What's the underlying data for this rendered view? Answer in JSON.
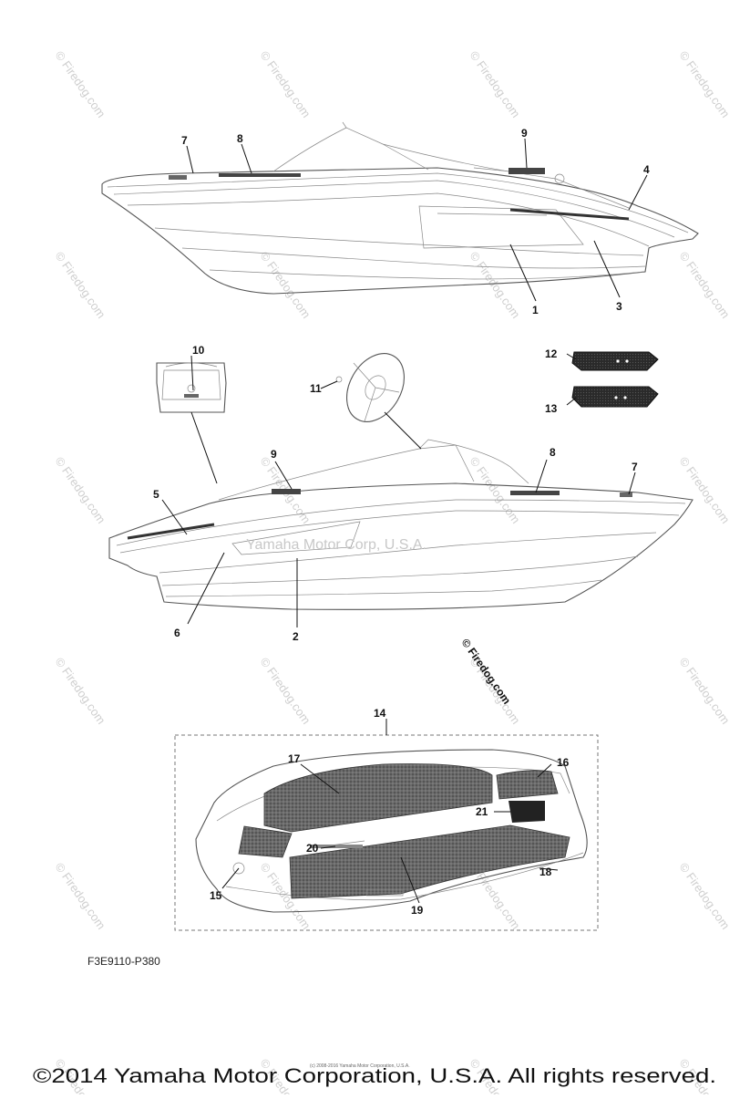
{
  "watermark": {
    "text": "© Firedog.com",
    "center_text": "Yamaha Motor Corp, U.S.A.",
    "large_text": "© Firedog.com"
  },
  "callouts": {
    "c1": "1",
    "c2": "2",
    "c3": "3",
    "c4": "4",
    "c5": "5",
    "c6": "6",
    "c7a": "7",
    "c7b": "7",
    "c8a": "8",
    "c8b": "8",
    "c9a": "9",
    "c9b": "9",
    "c10": "10",
    "c11": "11",
    "c12": "12",
    "c13": "13",
    "c14": "14",
    "c15": "15",
    "c16": "16",
    "c17": "17",
    "c18": "18",
    "c19": "19",
    "c20": "20",
    "c21": "21"
  },
  "diagram_code": "F3E9110-P380",
  "fine_print": "(c) 2008-2016 Yamaha Motor Corporation, U.S.A.",
  "copyright": "©2014 Yamaha Motor Corporation, U.S.A. All rights reserved."
}
